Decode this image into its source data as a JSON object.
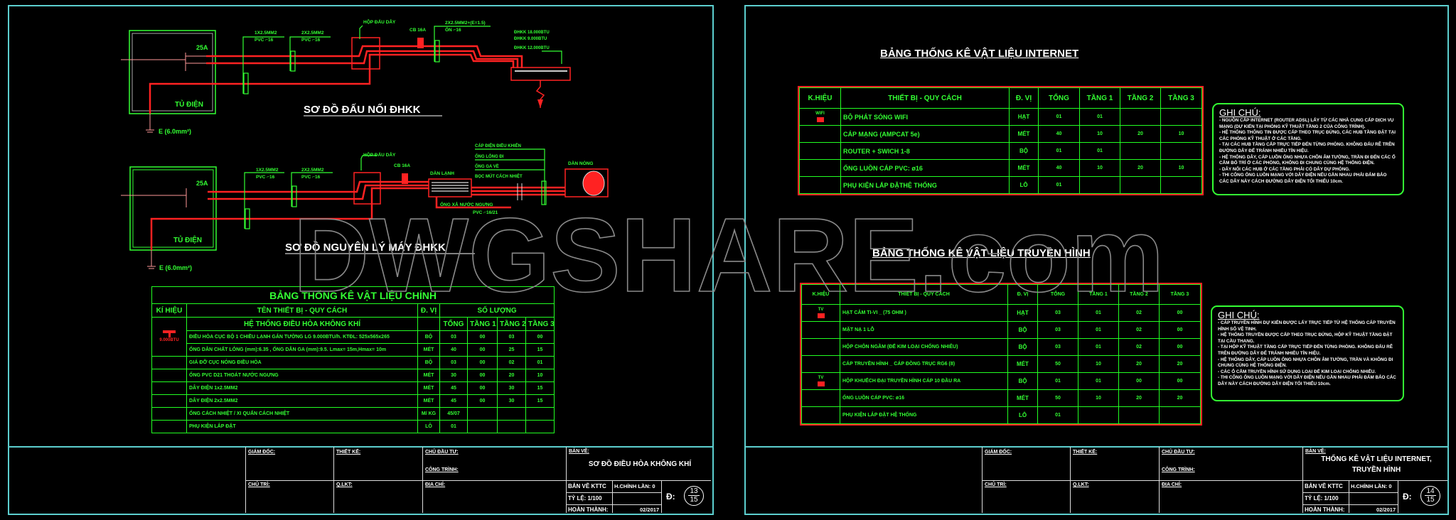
{
  "watermark": "DWGSHARE.com",
  "colors": {
    "frame": "#5ccfcf",
    "cad_green": "#33ff33",
    "cad_red": "#ff2222",
    "text_white": "#ffffff",
    "background": "#000000"
  },
  "diagram1": {
    "title": "SƠ ĐỒ ĐẤU NỐI ĐHKK",
    "panel_label": "TỦ ĐIỆN",
    "breaker": "25A",
    "ground": "E (6.0mm²)",
    "cable1": "1X2.5MM2",
    "conduit1": "PVC ⌐16",
    "cable2": "2X2.5MM2",
    "conduit2": "PVC ⌐16",
    "junction_box": "HỘP ĐẤU DÂY",
    "cb": "CB 16A",
    "cable3": "2X2.5MM2+(E=1.5)",
    "conduit3": "ỐN ⌐16",
    "units": [
      "ĐHKK 18.000BTU",
      "ĐHKK 9.000BTU",
      "ĐHKK 12.000BTU"
    ]
  },
  "diagram2": {
    "title": "SƠ ĐỒ NGUYÊN LÝ MÁY ĐHKK",
    "panel_label": "TỦ ĐIỆN",
    "breaker": "25A",
    "ground": "E (6.0mm²)",
    "cable1": "1X2.5MM2",
    "conduit1": "PVC ⌐16",
    "cable2": "2X2.5MM2",
    "conduit2": "PVC ⌐16",
    "junction_box": "HỘP ĐẤU DÂY",
    "cb": "CB 16A",
    "indoor_unit": "DÀN LẠNH",
    "outdoor_unit": "DÀN NÓNG",
    "drain": "ỐNG XẢ NƯỚC NGƯNG",
    "drain_pipe": "PVC ⌐16/21",
    "pipe_labels": [
      "CÁP ĐIỆN ĐIỀU KHIỂN",
      "ỐNG LỎNG ĐI",
      "ỐNG GA VỀ",
      "BỌC MÚT CÁCH NHIỆT"
    ]
  },
  "main_table": {
    "title": "BẢNG THỐNG KÊ VẬT LIỆU CHÍNH",
    "headers": {
      "symbol": "KÍ HIỆU",
      "name": "TÊN THIẾT BỊ - QUY CÁCH",
      "unit": "Đ. VỊ",
      "qty": "SỐ LƯỢNG",
      "total": "TỔNG",
      "f1": "TẦNG 1",
      "f2": "TẦNG 2",
      "f3": "TẦNG 3"
    },
    "group": "HỆ THỐNG ĐIỀU HÒA KHÔNG KHÍ",
    "symbol_label": "9.000BTU",
    "rows": [
      {
        "name": "ĐIỀU HÒA CỤC BỘ 1 CHIỀU LẠNH GẮN TƯỜNG LG 9.000BTU/h. KTĐL: 525x565x265",
        "unit": "BỘ",
        "total": "03",
        "f1": "00",
        "f2": "03",
        "f3": "00"
      },
      {
        "name": "ỐNG DẪN CHẤT LỎNG (mm):6.35 , ỐNG DẪN GA (mm):9.5. Lmax= 15m,Hmax= 10m",
        "unit": "MÉT",
        "total": "40",
        "f1": "00",
        "f2": "25",
        "f3": "15"
      },
      {
        "name": "GIÁ ĐỠ CỤC NÓNG ĐIỀU HÒA",
        "unit": "BỘ",
        "total": "03",
        "f1": "00",
        "f2": "02",
        "f3": "01"
      },
      {
        "name": "ỐNG PVC D21 THOÁT NƯỚC NGƯNG",
        "unit": "MÉT",
        "total": "30",
        "f1": "00",
        "f2": "20",
        "f3": "10"
      },
      {
        "name": "DÂY ĐIỆN 1x2.5MM2",
        "unit": "MÉT",
        "total": "45",
        "f1": "00",
        "f2": "30",
        "f3": "15"
      },
      {
        "name": "DÂY ĐIỆN 2x2.5MM2",
        "unit": "MÉT",
        "total": "45",
        "f1": "00",
        "f2": "30",
        "f3": "15"
      },
      {
        "name": "ỐNG CÁCH NHIỆT / XI QUẤN CÁCH NHIỆT",
        "unit": "M/ KG",
        "total": "45/07",
        "f1": "",
        "f2": "",
        "f3": ""
      },
      {
        "name": "PHỤ KIỆN LẮP ĐẶT",
        "unit": "LÔ",
        "total": "01",
        "f1": "",
        "f2": "",
        "f3": ""
      }
    ]
  },
  "internet_table": {
    "title": "BẢNG THỐNG KÊ VẬT LIỆU INTERNET",
    "headers": {
      "symbol": "K.HIỆU",
      "name": "THIẾT BỊ - QUY CÁCH",
      "unit": "Đ. VỊ",
      "total": "TỔNG",
      "f1": "TẦNG 1",
      "f2": "TẦNG 2",
      "f3": "TẦNG 3"
    },
    "symbol_label": "WIFI",
    "rows": [
      {
        "name": "BỘ PHÁT SÓNG WIFI",
        "unit": "HẠT",
        "total": "01",
        "f1": "01",
        "f2": "",
        "f3": ""
      },
      {
        "name": "CÁP MẠNG (AMPCAT 5e)",
        "unit": "MÉT",
        "total": "40",
        "f1": "10",
        "f2": "20",
        "f3": "10"
      },
      {
        "name": "ROUTER + SWICH 1-8",
        "unit": "BỘ",
        "total": "01",
        "f1": "01",
        "f2": "",
        "f3": ""
      },
      {
        "name": "ỐNG LUỒN CÁP PVC: ø16",
        "unit": "MÉT",
        "total": "40",
        "f1": "10",
        "f2": "20",
        "f3": "10"
      },
      {
        "name": "PHỤ KIỆN LẮP ĐẶTHỆ THỐNG",
        "unit": "LÔ",
        "total": "01",
        "f1": "",
        "f2": "",
        "f3": ""
      }
    ]
  },
  "tv_table": {
    "title": "BẢNG THỐNG KÊ VẬT LIỆU TRUYỀN HÌNH",
    "headers": {
      "symbol": "K.HIỆU",
      "name": "THIẾT BỊ - QUY CÁCH",
      "unit": "Đ. VỊ",
      "total": "TỔNG",
      "f1": "TẦNG 1",
      "f2": "TẦNG 2",
      "f3": "TẦNG 3"
    },
    "symbol_label": "TV",
    "rows": [
      {
        "name": "HẠT CẮM TI-VI _ (75 OHM )",
        "unit": "HẠT",
        "total": "03",
        "f1": "01",
        "f2": "02",
        "f3": "00"
      },
      {
        "name": "MẶT NẠ 1 LỖ",
        "unit": "BỘ",
        "total": "03",
        "f1": "01",
        "f2": "02",
        "f3": "00"
      },
      {
        "name": "HỘP CHÔN NGẦM (ĐẾ KIM LOẠI CHỐNG NHIỄU)",
        "unit": "BỘ",
        "total": "03",
        "f1": "01",
        "f2": "02",
        "f3": "00"
      },
      {
        "name": "CÁP TRUYỀN HÌNH _ CÁP ĐỒNG TRỤC RG6 (8)",
        "unit": "MÉT",
        "total": "50",
        "f1": "10",
        "f2": "20",
        "f3": "20"
      },
      {
        "name": "HỘP KHUẾCH ĐẠI TRUYỀN HÌNH CÁP 10 ĐẦU RA",
        "unit": "BỘ",
        "total": "01",
        "f1": "01",
        "f2": "00",
        "f3": "00"
      },
      {
        "name": "ỐNG LUỒN CÁP PVC: ø16",
        "unit": "MÉT",
        "total": "50",
        "f1": "10",
        "f2": "20",
        "f3": "20"
      },
      {
        "name": "PHỤ KIỆN LẮP ĐẶT HỆ THỐNG",
        "unit": "LÔ",
        "total": "01",
        "f1": "",
        "f2": "",
        "f3": ""
      }
    ]
  },
  "internet_notes": {
    "heading": "GHI CHÚ:",
    "items": [
      "- NGUỒN CẤP INTERNET (ROUTER ADSL) LẤY TỪ CÁC NHÀ CUNG CẤP DỊCH VỤ MẠNG (DỰ KIẾN TẠI PHÒNG KỸ THUẬT TẦNG 2 CỦA CÔNG TRÌNH).",
      "- HỆ THỐNG THÔNG TIN ĐƯỢC CẤP THEO TRỤC ĐỨNG, CÁC HUB TẦNG ĐẶT TẠI CÁC PHÒNG KỸ THUẬT Ở CÁC TẦNG.",
      "- TẠI CÁC HUB TẦNG CẤP TRỰC TIẾP ĐẾN TỪNG PHÒNG. KHÔNG ĐẤU RẼ TRÊN ĐƯỜNG DÂY ĐỂ TRÁNH NHIỄU TÍN HIỆU.",
      "- HỆ THỐNG DÂY, CÁP LUỒN ỐNG NHỰA CHÔN ÂM TƯỜNG, TRẦN ĐI ĐẾN CÁC Ổ CẮM BỐ TRÍ Ở CÁC PHÒNG, KHÔNG ĐI CHUNG CÙNG HỆ THỐNG ĐIỆN.",
      "- DÂY NỐI CÁC HUB Ở CÁC TẦNG PHẢI CÓ DÂY DỰ PHÒNG.",
      "- THI CÔNG ỐNG LUỒN MẠNG VỚI DÂY ĐIỆN NẾU GẦN NHAU PHẢI ĐẢM BẢO CÁC DÂY NÀY CÁCH ĐƯỜNG DÂY ĐIỆN TỐI THIỂU 10cm."
    ]
  },
  "tv_notes": {
    "heading": "GHI CHÚ:",
    "items": [
      "- CÁP TRUYỀN HÌNH DỰ KIẾN ĐƯỢC LẤY TRỰC TIẾP TỪ HỆ THỐNG CÁP TRUYỀN HÌNH SỐ VỆ TINH.",
      "- HỆ THỐNG TRUYỀN ĐƯỢC CẤP THEO TRỤC ĐỨNG, HỘP KỸ THUẬT TẦNG ĐẶT TẠI CẦU THANG.",
      "- TẠI HỘP KỸ THUẬT TẦNG CẤP TRỰC TIẾP ĐẾN TỪNG PHÒNG. KHÔNG ĐẤU RẼ TRÊN ĐƯỜNG DÂY ĐỂ TRÁNH NHIỄU TÍN HIỆU.",
      "- HỆ THỐNG DÂY, CÁP LUỒN ỐNG NHỰA CHÔN ÂM TƯỜNG, TRẦN VÀ KHÔNG ĐI CHUNG CÙNG HỆ THỐNG ĐIỆN.",
      "- CÁC Ổ CẮM TRUYỀN HÌNH SỬ DỤNG LOẠI ĐẾ KIM LOẠI CHỐNG NHIỄU.",
      "- THI CÔNG ỐNG LUỒN MẠNG VỚI DÂY ĐIỆN NẾU GẦN NHAU PHẢI ĐẢM BẢO CÁC DÂY NÀY CÁCH ĐƯỜNG DÂY ĐIỆN TỐI THIỂU 10cm."
    ]
  },
  "sheets": [
    {
      "title_block": {
        "giam_doc": "GIÁM ĐỐC:",
        "thiet_ke": "THIẾT KẾ:",
        "chu_dau_tu": "CHỦ ĐẦU TƯ:",
        "cong_trinh": "CÔNG TRÌNH:",
        "chu_tri": "CHỦ TRÌ:",
        "qlkt": "Q.LKT:",
        "dia_chi": "ĐỊA CHỈ:",
        "ban_ve_label": "BẢN VẼ:",
        "drawing_title_1": "SƠ ĐỒ ĐIỀU HÒA KHÔNG KHÍ",
        "drawing_title_2": "",
        "ban_ve_kttc": "BẢN VẼ KTTC",
        "hieu_chinh": "H.CHỈNH LẦN: 0",
        "ty_le": "TỶ LỆ: 1/100",
        "hoan_thanh": "HOÀN THÀNH:",
        "date": "02/2017",
        "sheet_prefix": "Đ:",
        "sheet_no": "13",
        "sheet_total": "15"
      }
    },
    {
      "title_block": {
        "giam_doc": "GIÁM ĐỐC:",
        "thiet_ke": "THIẾT KẾ:",
        "chu_dau_tu": "CHỦ ĐẦU TƯ:",
        "cong_trinh": "CÔNG TRÌNH:",
        "chu_tri": "CHỦ TRÌ:",
        "qlkt": "Q.LKT:",
        "dia_chi": "ĐỊA CHỈ:",
        "ban_ve_label": "BẢN VẼ:",
        "drawing_title_1": "THỐNG KÊ VẬT LIỆU INTERNET,",
        "drawing_title_2": "TRUYỀN HÌNH",
        "ban_ve_kttc": "BẢN VẼ KTTC",
        "hieu_chinh": "H.CHỈNH LẦN: 0",
        "ty_le": "TỶ LỆ: 1/100",
        "hoan_thanh": "HOÀN THÀNH:",
        "date": "02/2017",
        "sheet_prefix": "Đ:",
        "sheet_no": "14",
        "sheet_total": "15"
      }
    }
  ]
}
